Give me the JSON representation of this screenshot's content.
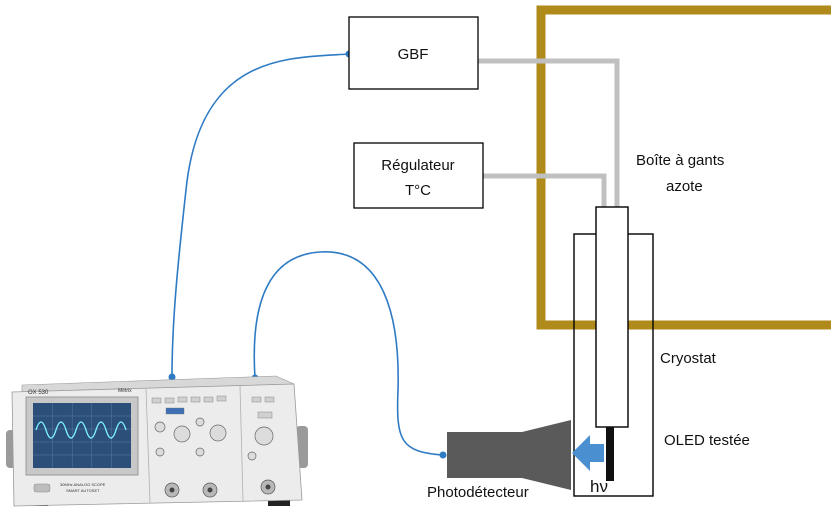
{
  "colors": {
    "background": "#ffffff",
    "glovebox_border": "#b08a1a",
    "wire": "#2e7bc4",
    "gas_line": "#c0c0c0",
    "box_stroke": "#000000",
    "arrow": "#4a8fd0",
    "photodetector": "#5a5a5a"
  },
  "labels": {
    "gbf": "GBF",
    "regulator_line1": "Régulateur",
    "regulator_line2": "T°C",
    "glovebox_line1": "Boîte à gants",
    "glovebox_line2": "azote",
    "cryostat": "Cryostat",
    "oled": "OLED testée",
    "photon": "hν",
    "photodetector": "Photodétecteur"
  },
  "oscilloscope": {
    "brand": "Métrix",
    "model": "OX 530",
    "model_line": "30MHz ANALOG SCOPE",
    "sub_line": "SMART AUTOSET"
  }
}
